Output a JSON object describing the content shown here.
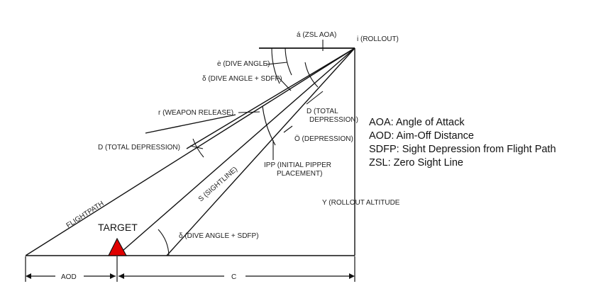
{
  "labels": {
    "zsl_aoa": "á (ZSL AOA)",
    "rollout": "i (ROLLOUT)",
    "dive_angle": "ė (DIVE ANGLE)",
    "dive_angle_sdfp": "δ (DIVE ANGLE + SDFP)",
    "weapon_release": "r (WEAPON RELEASE)",
    "total_depression_left": "D (TOTAL DEPRESSION)",
    "total_depression_right_1": "D (TOTAL",
    "total_depression_right_2": "DEPRESSION)",
    "depression": "Ö (DEPRESSION)",
    "ipp_1": "IPP (INITIAL PIPPER",
    "ipp_2": "PLACEMENT)",
    "sightline": "S (SIGHTLINE)",
    "flightpath": "FLIGHTPATH",
    "rollout_altitude": "Y (ROLLOUT ALTITUDE",
    "target": "TARGET",
    "dive_angle_sdfp_bottom": "δ (DIVE ANGLE + SDFP)",
    "aod": "AOD",
    "c": "C"
  },
  "legend": [
    "AOA: Angle of Attack",
    "AOD: Aim-Off Distance",
    "SDFP: Sight Depression from Flight Path",
    "ZSL: Zero Sight Line"
  ],
  "colors": {
    "line": "#111111",
    "target_fill": "#e00000",
    "background": "#ffffff"
  }
}
